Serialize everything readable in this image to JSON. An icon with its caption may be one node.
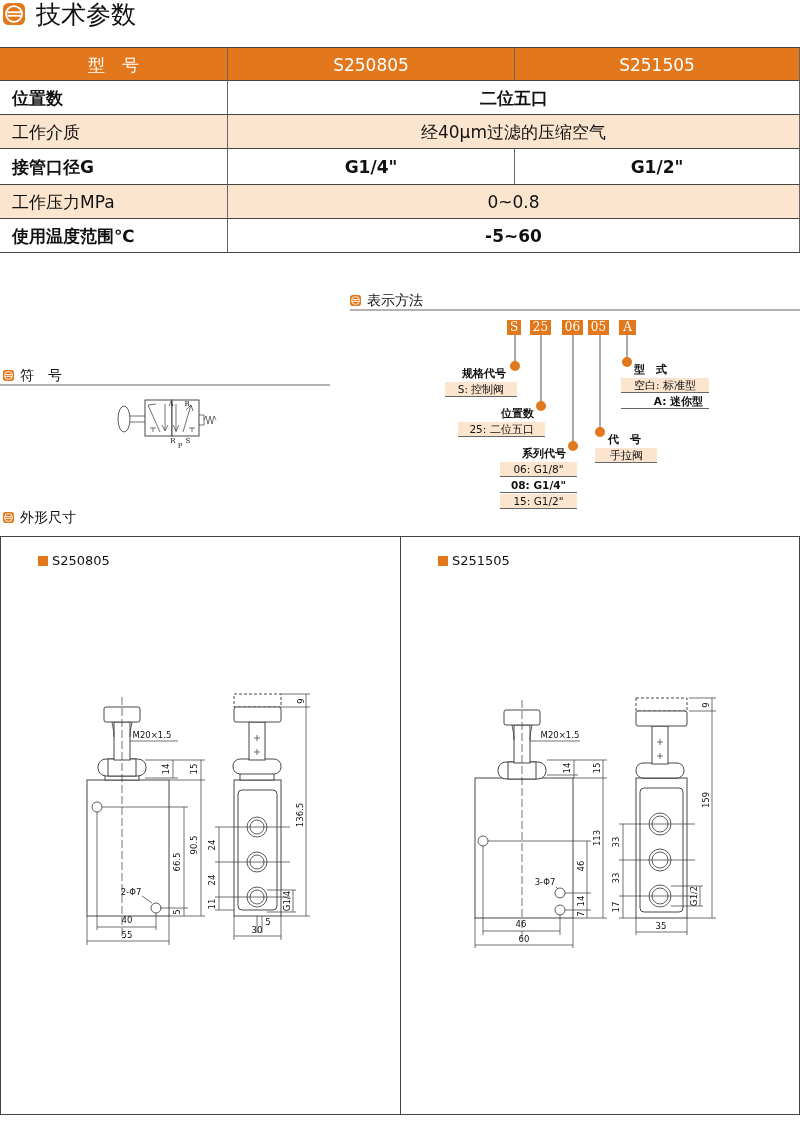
{
  "diagram": {
    "title": "技术参数",
    "nodes": [
      {
        "text": [
          "S"
        ]
      },
      {
        "text": [
          "25"
        ]
      },
      {
        "text": [
          "06"
        ]
      },
      {
        "text": [
          "05"
        ]
      },
      {
        "text": [
          "A"
        ]
      },
      {
        "text": [
          "规格代号",
          "S: 控制阀"
        ]
      },
      {
        "text": [
          "位置数",
          "25: 二位五口"
        ]
      },
      {
        "text": [
          "系列代号",
          "06: G1/8\"",
          "08: G1/4\"",
          "15: G1/2\""
        ]
      },
      {
        "text": [
          "代　号",
          "手拉阀"
        ]
      },
      {
        "text": [
          "型　式",
          "空白: 标准型",
          "A: 迷你型"
        ]
      },
      {
        "text": [
          "S250805"
        ]
      },
      {
        "text": [
          "S251505"
        ]
      }
    ],
    "edges": [
      {
        "from": 0,
        "to": 5,
        "arrow": "other"
      },
      {
        "from": 1,
        "to": 6,
        "arrow": "other"
      },
      {
        "from": 2,
        "to": 7,
        "arrow": "other"
      },
      {
        "from": 3,
        "to": 8,
        "arrow": "other"
      },
      {
        "from": 4,
        "to": 9,
        "arrow": "other"
      }
    ],
    "labels": [
      "型　号",
      "S250805",
      "S251505",
      "位置数",
      "二位五口",
      "工作介质",
      "经40μm过滤的压缩空气",
      "接管口径G",
      "G1/4\"",
      "G1/2\"",
      "工作压力MPa",
      "0~0.8",
      "使用温度范围℃",
      "-5~60",
      "表示方法",
      "符　号",
      "A",
      "B",
      "R",
      "P",
      "S",
      "外形尺寸",
      "M20×1.5",
      "9",
      "14",
      "15",
      "136.5",
      "90.5",
      "66.5",
      "24",
      "24",
      "2-Φ7",
      "5",
      "11",
      "G1/4",
      "40",
      "5",
      "30",
      "55",
      "M20×1.5",
      "9",
      "14",
      "15",
      "159",
      "113",
      "46",
      "33",
      "33",
      "3-Φ7",
      "14",
      "7",
      "17",
      "G1/2",
      "46",
      "35",
      "60"
    ]
  }
}
